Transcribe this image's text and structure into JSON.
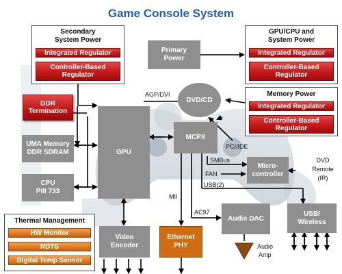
{
  "title": "Game Console System",
  "panels": {
    "secondary_power": {
      "title_line1": "Secondary",
      "title_line2": "System Power",
      "items": [
        "Integrated Regulator",
        "Controller-Based Regulator"
      ]
    },
    "gpu_cpu_power": {
      "title_line1": "GPU/CPU and",
      "title_line2": "System Power",
      "items": [
        "Integrated Regulator",
        "Controller-Based Regulator"
      ]
    },
    "memory_power": {
      "title": "Memory Power",
      "items": [
        "Integrated Regulator",
        "Controller-Based Regulator"
      ]
    },
    "thermal_management": {
      "title": "Thermal Management",
      "items": [
        "HW Monitor",
        "RDTS",
        "Digital Temp Sensor"
      ]
    }
  },
  "blocks": {
    "primary_power": "Primary Power",
    "ddr_termination": "DDR Termination",
    "uma_memory_line1": "UMA Memory",
    "uma_memory_line2": "DDR SDRAM",
    "cpu_line1": "CPU",
    "cpu_line2": "PIII 733",
    "gpu": "GPU",
    "dvd_cd": "DVD/CD",
    "mcpx": "MCPX",
    "microcontroller_line1": "Micro-",
    "microcontroller_line2": "controller",
    "audio_dac": "Audio DAC",
    "usb_wireless_line1": "USB/",
    "usb_wireless_line2": "Wireless",
    "video_encoder_line1": "Video",
    "video_encoder_line2": "Encoder",
    "ethernet_phy_line1": "Ethernet",
    "ethernet_phy_line2": "PHY"
  },
  "labels": {
    "agp_dvi": "AGP/DVI",
    "pci_ide": "PCI/IDE",
    "smbus": "SMBus",
    "fan": "FAN",
    "usb2": "USB(2)",
    "mii": "MII",
    "ac97": "AC97",
    "dvd_remote_line1": "DVD",
    "dvd_remote_line2": "Remote",
    "dvd_remote_line3": "(IR)",
    "audio_amp_line1": "Audio",
    "audio_amp_line2": "Amp"
  },
  "colors": {
    "title": "#1f5fb3",
    "block_gray": "#8f8f8f",
    "regulator_red": "#c61818",
    "ethernet_orange": "#d06c12",
    "thermal_orange": "#e07a20",
    "amp_brown": "#8a4a12"
  }
}
